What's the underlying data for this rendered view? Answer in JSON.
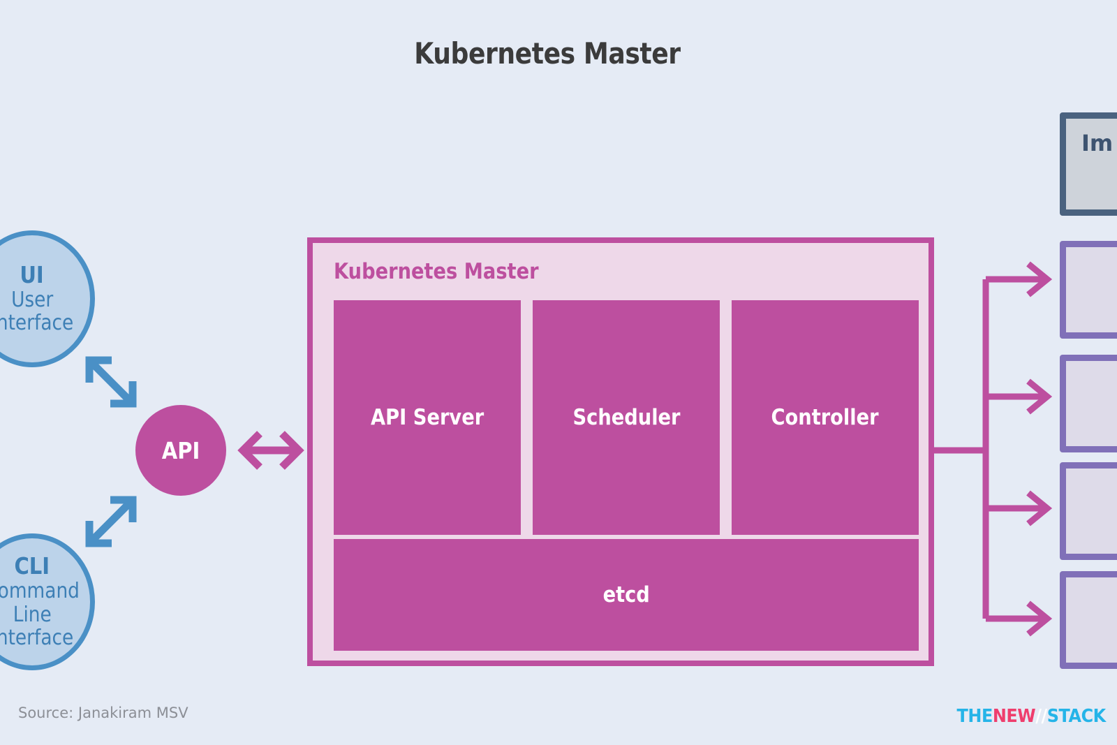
{
  "page": {
    "title": "Kubernetes Master",
    "background_color": "#e5ebf5",
    "source_note": "Source: Janakiram MSV"
  },
  "colors": {
    "magenta": "#bd4f9f",
    "pink_fill": "#eed8e9",
    "blue": "#4a90c6",
    "blue_fill": "#bcd3ea",
    "blue_text": "#3d7fb5",
    "slate_border": "#4a627f",
    "gray_fill": "#ced3da",
    "purple_border": "#8070b8",
    "lavender_fill": "#dedbe9",
    "title_text": "#3b3b3b",
    "source_text": "#8c8f96"
  },
  "clients": [
    {
      "id": "ui",
      "abbr": "UI",
      "description": "User\nInterface",
      "description_lines": [
        "User",
        "Interface"
      ]
    },
    {
      "id": "cli",
      "abbr": "CLI",
      "description": "Command\nLine\nInterface",
      "description_lines": [
        "Command",
        "Line",
        "Interface"
      ]
    }
  ],
  "api_node": {
    "label": "API"
  },
  "master": {
    "title": "Kubernetes Master",
    "components": [
      {
        "label": "API Server"
      },
      {
        "label": "Scheduler"
      },
      {
        "label": "Controller"
      }
    ],
    "datastore": {
      "label": "etcd"
    }
  },
  "right_panel": {
    "registry": {
      "label": "Im",
      "full_label_truncated": true
    },
    "nodes": [
      {
        "label": ""
      },
      {
        "label": ""
      },
      {
        "label": ""
      },
      {
        "label": ""
      }
    ]
  },
  "connectors": {
    "ui_to_api": {
      "type": "double-arrow",
      "color": "#4a90c6"
    },
    "cli_to_api": {
      "type": "double-arrow",
      "color": "#4a90c6"
    },
    "api_to_master": {
      "type": "double-arrow",
      "color": "#bd4f9f"
    },
    "master_to_nodes": {
      "type": "branching-arrows",
      "color": "#bd4f9f",
      "branch_count": 4
    }
  },
  "logo": {
    "part1": "THE",
    "part2": "NEW",
    "slash": "//",
    "part3": "STACK"
  }
}
